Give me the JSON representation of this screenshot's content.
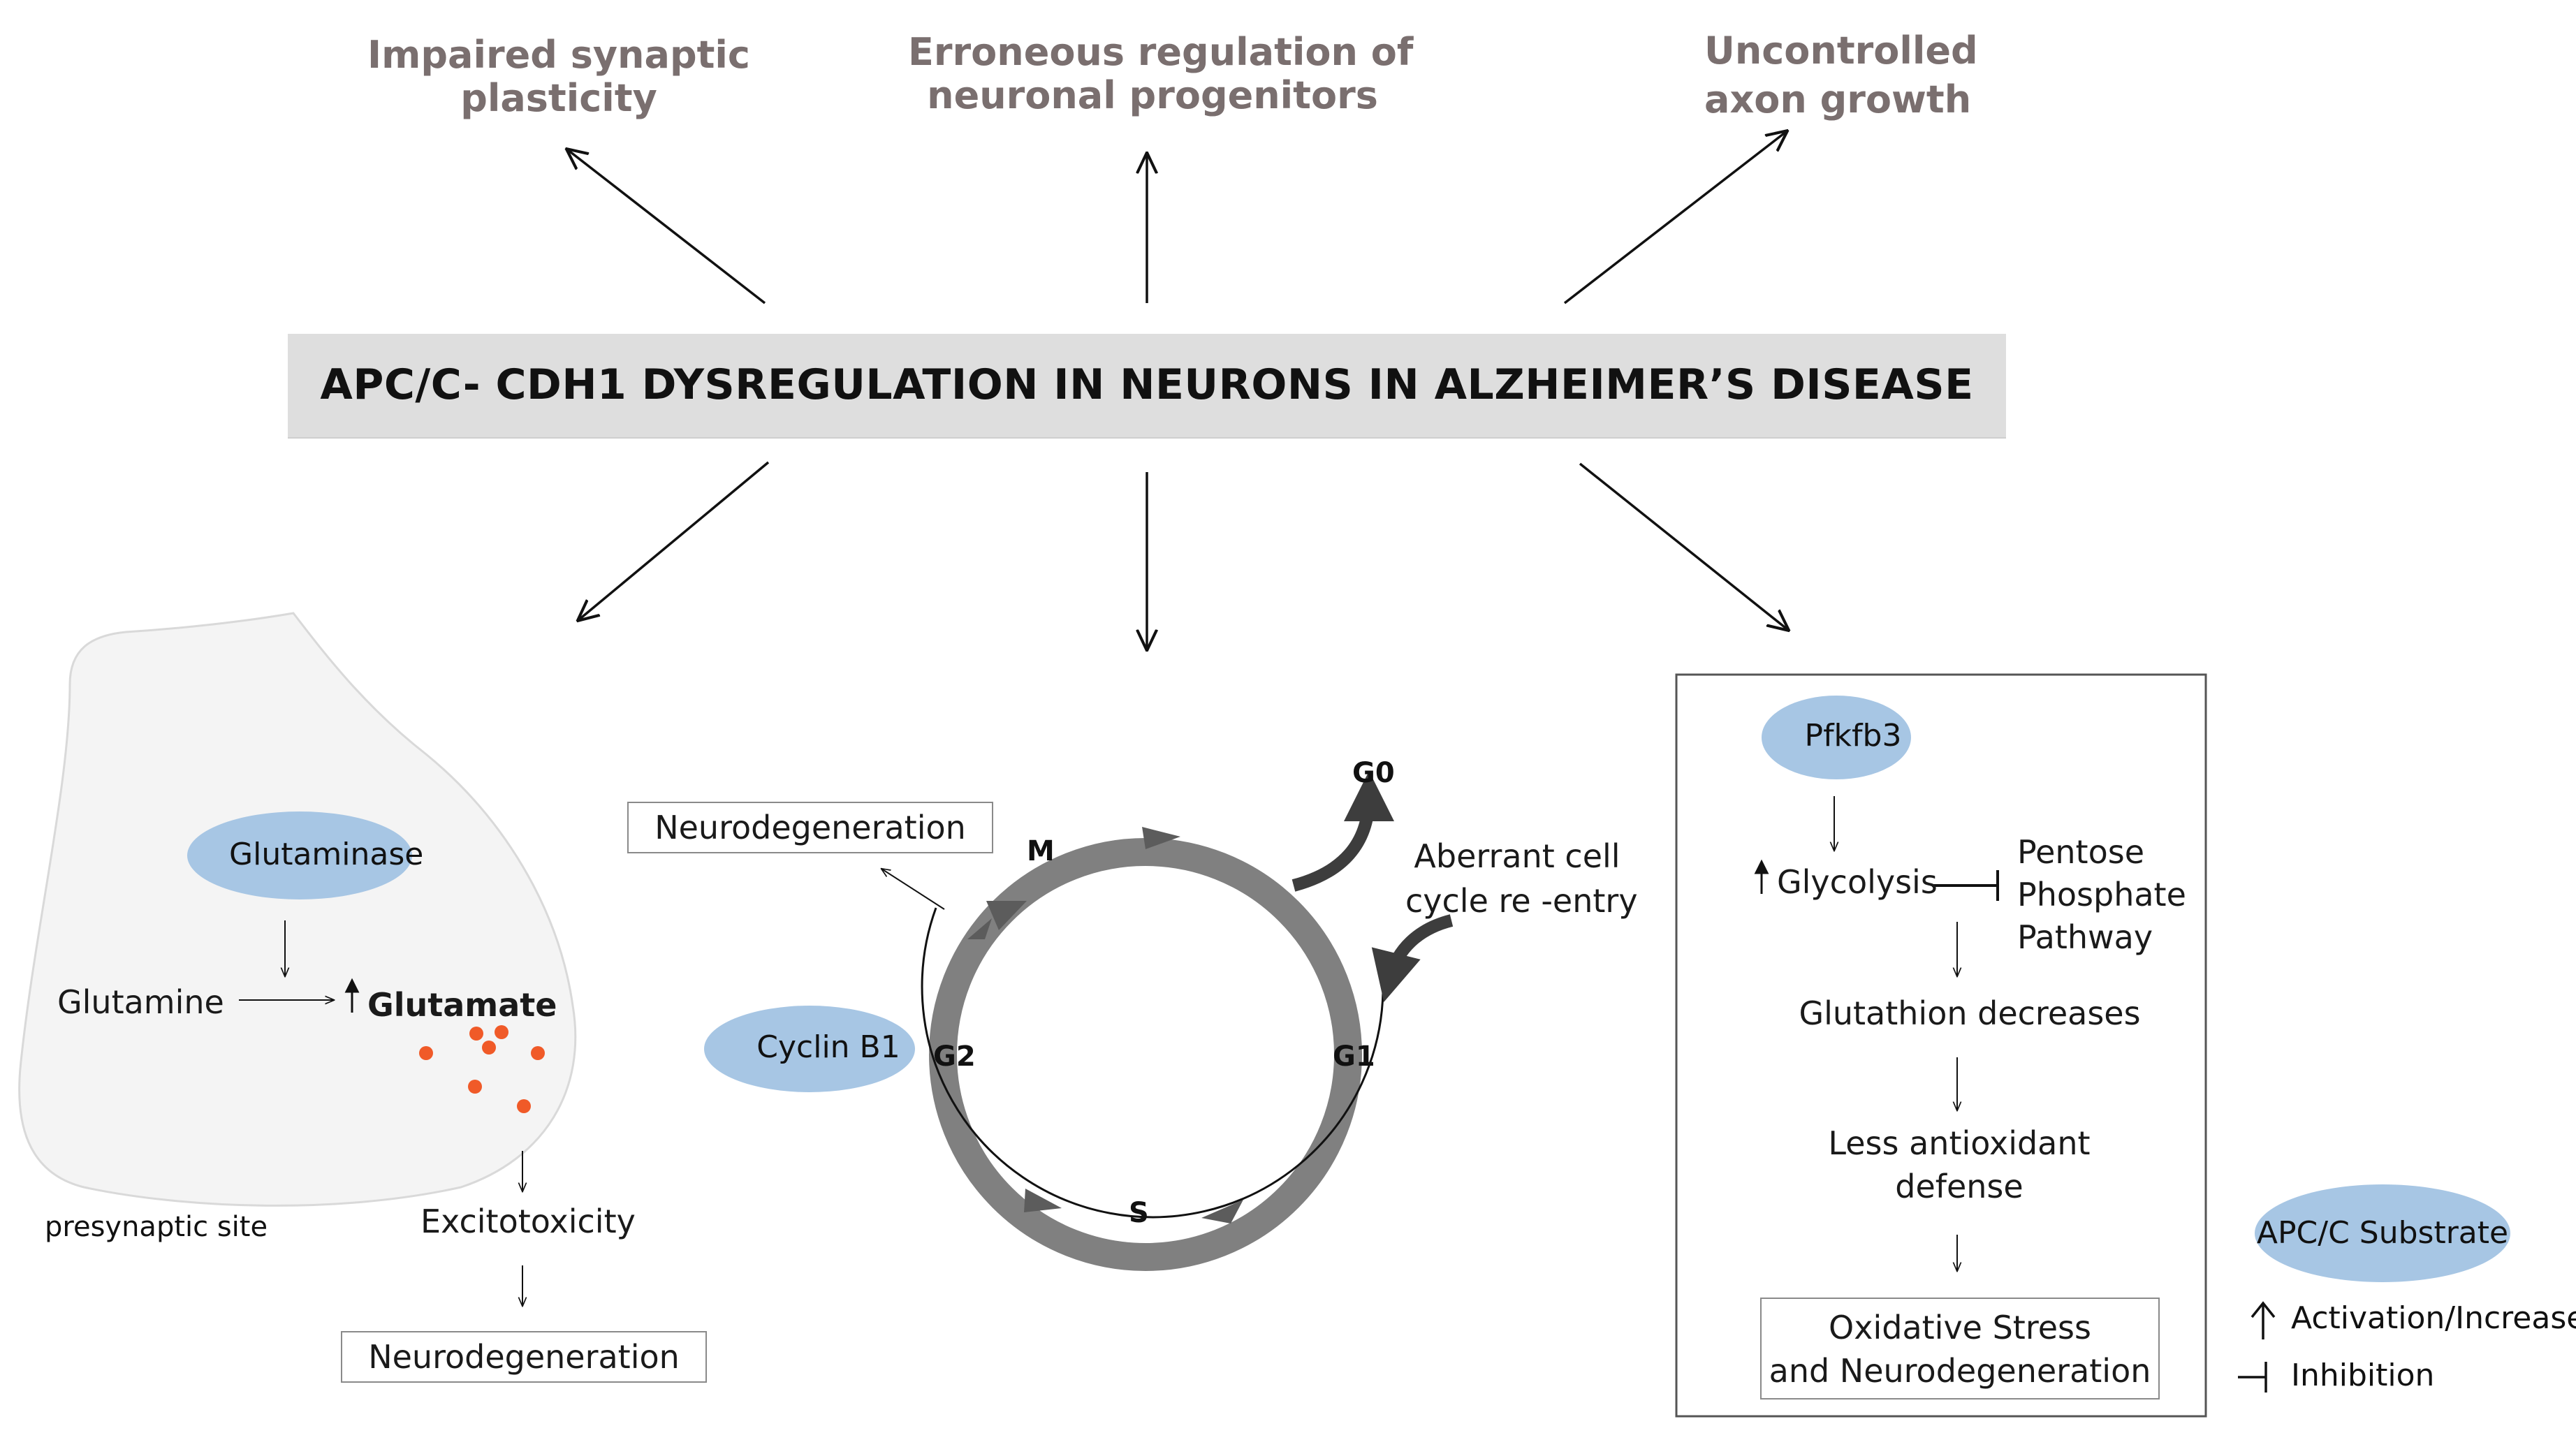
{
  "top_effects": {
    "left": [
      "Impaired synaptic",
      "plasticity"
    ],
    "middle": [
      "Erroneous regulation of",
      "neuronal progenitors"
    ],
    "right": [
      "Uncontrolled",
      "axon growth"
    ]
  },
  "banner": {
    "title": "APC/C- CDH1 DYSREGULATION IN NEURONS IN ALZHEIMER’S DISEASE"
  },
  "synapse": {
    "enzyme": "Glutaminase",
    "substrate": "Glutamine",
    "product": "Glutamate",
    "site_label": "presynaptic site",
    "effect": "Excitotoxicity",
    "outcome": "Neurodegeneration",
    "dot_color": "#f05a28",
    "terminal_color": "#f4f4f4"
  },
  "cell_cycle": {
    "outcome": "Neurodegeneration",
    "substrate": "Cyclin B1",
    "phases": {
      "g0": "G0",
      "m": "M",
      "g2": "G2",
      "s": "S",
      "g1": "G1"
    },
    "reentry": [
      "Aberrant cell",
      "cycle re -entry"
    ],
    "ring_color": "#808080"
  },
  "metabolism": {
    "substrate": "Pfkfb3",
    "process": "Glycolysis",
    "inhibited": [
      "Pentose",
      "Phosphate",
      "Pathway"
    ],
    "step1": "Glutathion decreases",
    "step2": [
      "Less antioxidant",
      "defense"
    ],
    "outcome": [
      "Oxidative Stress",
      "and Neurodegeneration"
    ]
  },
  "legend": {
    "substrate": "APC/C Substrate",
    "activation": "Activation/Increase",
    "inhibition": "Inhibition"
  },
  "colors": {
    "substrate_fill": "#a7c6e4",
    "effect_title": "#7a6f6f",
    "banner_fill": "#dedede"
  },
  "icons": {
    "increase": "up-arrow-icon",
    "inhibit": "inhibition-bar-icon"
  }
}
